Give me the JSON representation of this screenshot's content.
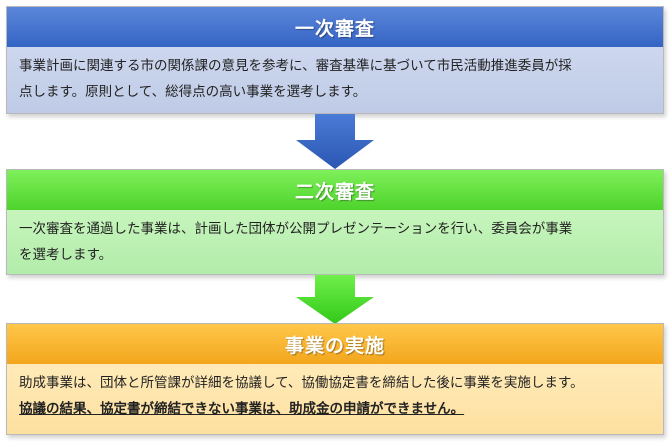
{
  "steps": [
    {
      "title": "一次審査",
      "lines": [
        "事業計画に関連する市の関係課の意見を参考に、審査基準に基づいて市民活動推進委員が採",
        "点します。原則として、総得点の高い事業を選考します。"
      ]
    },
    {
      "title": "二次審査",
      "lines": [
        "一次審査を通過した事業は、計画した団体が公開プレゼンテーションを行い、委員会が事業",
        "を選考します。"
      ]
    },
    {
      "title": "事業の実施",
      "lines": [
        "助成事業は、団体と所管課が詳細を協議して、協働協定書を締結した後に事業を実施します。"
      ],
      "emphasis": "協議の結果、協定書が締結できない事業は、助成金の申請ができません。"
    }
  ],
  "colors": {
    "step1_header": "#3f6fcc",
    "step1_body": "#c6d1ea",
    "step2_header": "#5cdc38",
    "step2_body": "#bcf0b3",
    "step3_header": "#f8b52e",
    "step3_body": "#fee5ab",
    "arrow_blue": "#3464c4",
    "arrow_green": "#4fd82c"
  },
  "icons": [
    "down-arrow-icon",
    "down-arrow-icon"
  ]
}
